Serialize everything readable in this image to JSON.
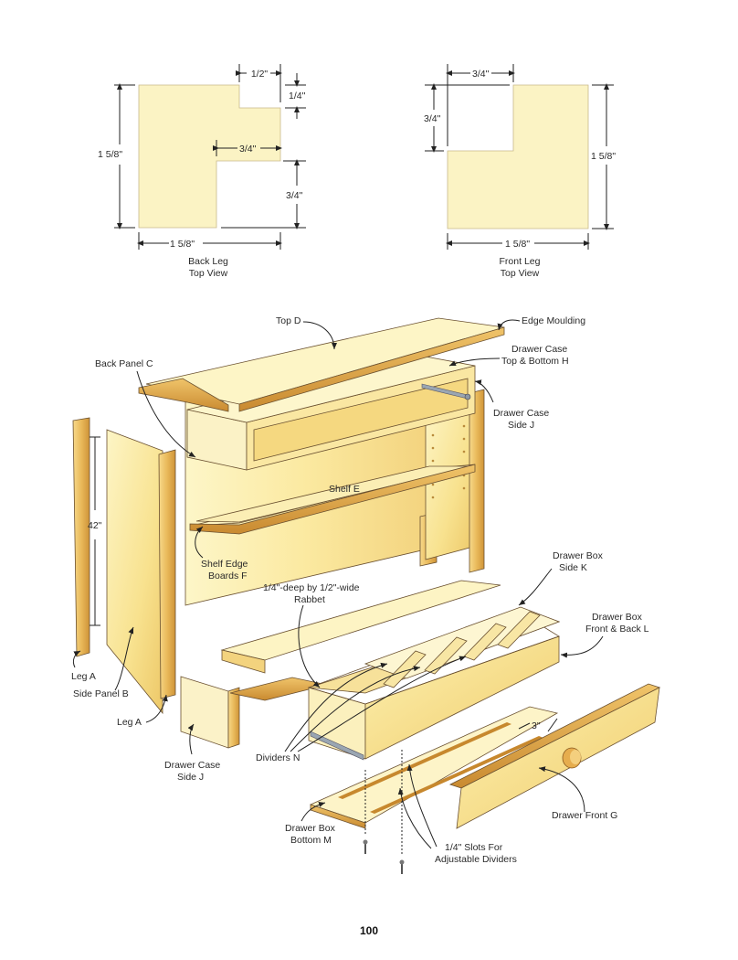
{
  "colors": {
    "wood_light": "#fdf3b8",
    "wood_mid": "#f3d98a",
    "wood_dark": "#d9a64a",
    "wood_edge": "#c7882e",
    "leg_plan": "#fbf3c4",
    "ink": "#222222"
  },
  "back_leg": {
    "dims": [
      "1/2\"",
      "1/4\"",
      "1 5/8\"",
      "3/4\"",
      "3/4\"",
      "1 5/8\""
    ],
    "caption": [
      "Back Leg",
      "Top View"
    ]
  },
  "front_leg": {
    "dims": [
      "3/4\"",
      "3/4\"",
      "1 5/8\"",
      "1 5/8\""
    ],
    "caption": [
      "Front Leg",
      "Top View"
    ]
  },
  "labels": {
    "top_d": "Top D",
    "edge_moulding": "Edge Moulding",
    "drawer_case_top_bottom": [
      "Drawer Case",
      "Top & Bottom H"
    ],
    "back_panel_c": "Back Panel C",
    "drawer_case_side_j_upper": [
      "Drawer Case",
      "Side J"
    ],
    "dim_42": "42\"",
    "shelf_e": "Shelf E",
    "shelf_edge_boards": [
      "Shelf Edge",
      "Boards F"
    ],
    "rabbet": [
      "1/4\"-deep by 1/2\"-wide",
      "Rabbet"
    ],
    "drawer_box_side_k": [
      "Drawer Box",
      "Side K"
    ],
    "drawer_box_front_back": [
      "Drawer Box",
      "Front & Back L"
    ],
    "leg_a_left": "Leg A",
    "side_panel_b": "Side Panel B",
    "leg_a_right": "Leg A",
    "dim_3": "3\"",
    "drawer_case_side_j_lower": [
      "Drawer Case",
      "Side J"
    ],
    "dividers_n": "Dividers N",
    "drawer_front_g": "Drawer Front G",
    "drawer_box_bottom_m": [
      "Drawer Box",
      "Bottom M"
    ],
    "slots": [
      "1/4\" Slots For",
      "Adjustable Dividers"
    ]
  },
  "page_number": "100"
}
